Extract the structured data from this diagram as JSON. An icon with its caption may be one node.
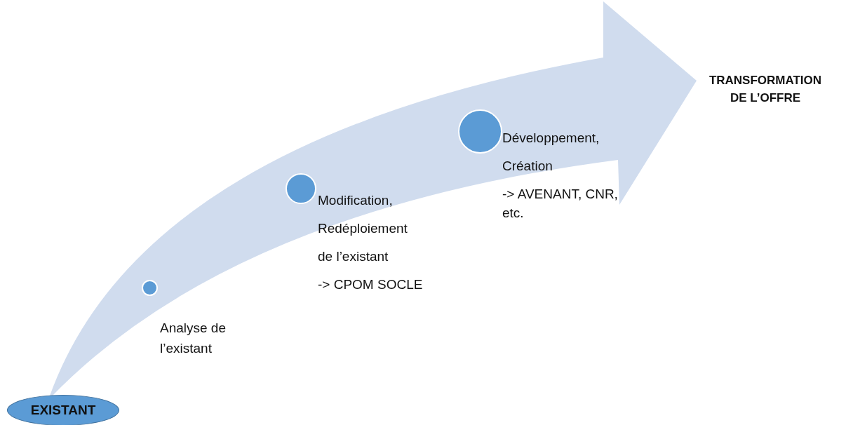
{
  "diagram": {
    "nodes": [
      {
        "text": [
          "EXISTANT"
        ]
      },
      {
        "text": [],
        "shape": "circle",
        "beside": [
          "Analyse de l’existant"
        ]
      },
      {
        "text": [],
        "shape": "circle",
        "beside": [
          "Modification,",
          "Redéploiement",
          "de l’existant",
          "-> CPOM SOCLE"
        ]
      },
      {
        "text": [],
        "shape": "circle",
        "beside": [
          "Développement,",
          "Création",
          "-> AVENANT, CNR, etc."
        ]
      },
      {
        "text": [
          "TRANSFORMATION DE L’OFFRE"
        ]
      }
    ],
    "edges": [
      {
        "from": 0,
        "to": 4,
        "arrow": "to"
      }
    ]
  }
}
